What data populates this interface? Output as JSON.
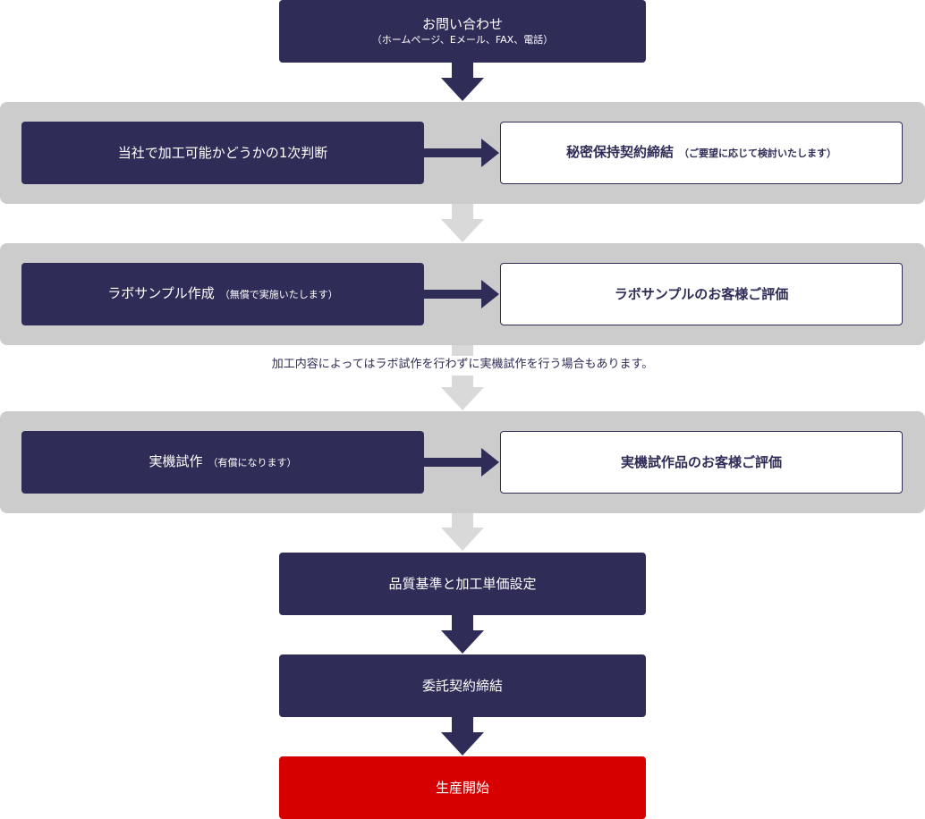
{
  "colors": {
    "dark_box": "#2f2d57",
    "light_band": "#cccccc",
    "gray_arrow": "#d9d9d9",
    "final_step": "#d60000"
  },
  "steps": {
    "inquiry": {
      "label": "お問い合わせ",
      "sub": "（ホームページ、Eメール、FAX、電話）"
    },
    "feasibility": {
      "label": "当社で加工可能かどうかの1次判断"
    },
    "nda": {
      "label": "秘密保持契約締結",
      "sub": "（ご要望に応じて検討いたします）"
    },
    "lab_sample": {
      "label": "ラボサンプル作成",
      "sub": "（無償で実施いたします）"
    },
    "lab_eval": {
      "label": "ラボサンプルのお客様ご評価"
    },
    "note": "加工内容によってはラボ試作を行わずに実機試作を行う場合もあります。",
    "machine_trial": {
      "label": "実機試作",
      "sub": "（有償になります）"
    },
    "machine_eval": {
      "label": "実機試作品のお客様ご評価"
    },
    "quality": {
      "label": "品質基準と加工単価設定"
    },
    "contract": {
      "label": "委託契約締結"
    },
    "production": {
      "label": "生産開始"
    }
  }
}
